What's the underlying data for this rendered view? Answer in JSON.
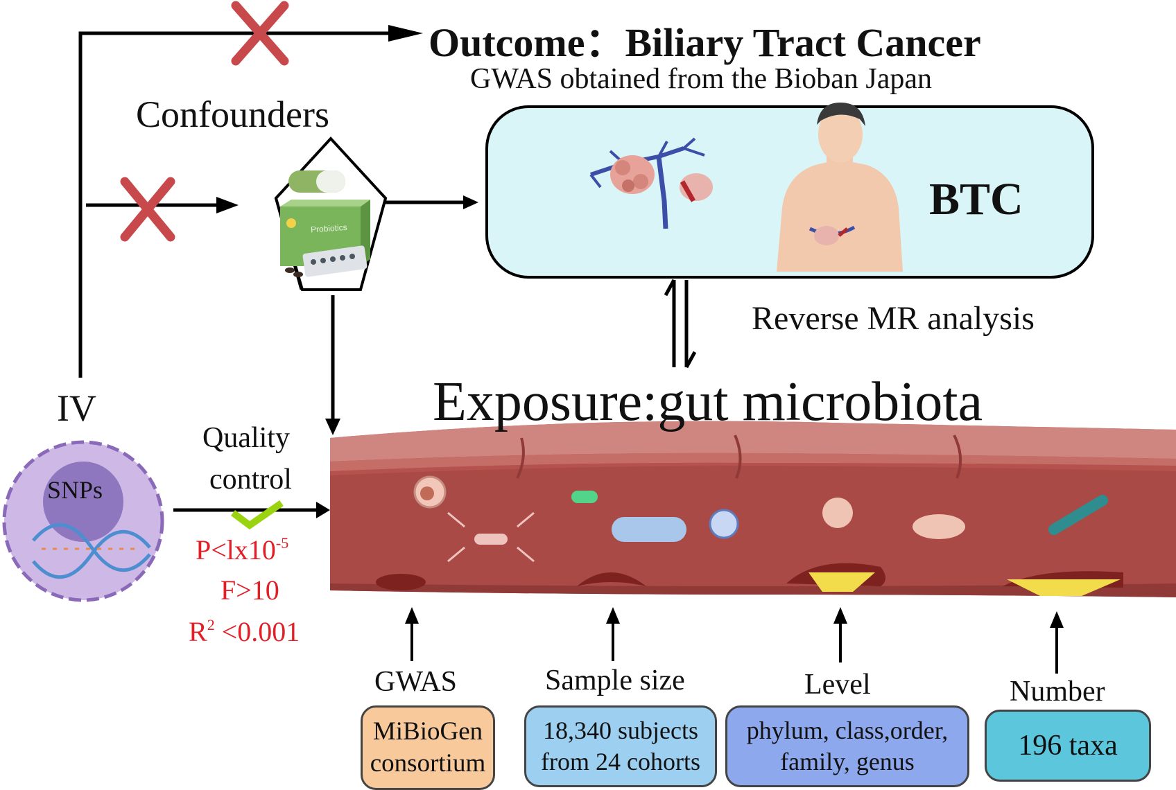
{
  "outcome": {
    "title": "Outcome：Biliary Tract Cancer",
    "subtitle": "GWAS obtained from the Bioban Japan"
  },
  "confounders": {
    "label": "Confounders",
    "probiotics_box_text": "Probiotics"
  },
  "btc": {
    "label": "BTC"
  },
  "reverse_mr": {
    "label": "Reverse MR  analysis"
  },
  "exposure": {
    "title": "Exposure:gut microbiota"
  },
  "iv": {
    "label": "IV",
    "cell_label": "SNPs"
  },
  "quality_control": {
    "line1": "Quality",
    "line2": "control",
    "criterion_p_prefix": "P<lx10",
    "criterion_p_exp": "-5",
    "criterion_f": "F>10",
    "criterion_r_prefix": "R",
    "criterion_r_exp": "2",
    "criterion_r_suffix": " <0.001"
  },
  "bottom_info": [
    {
      "label": "GWAS",
      "box_line1": "MiBioGen",
      "box_line2": "consortium",
      "box_color": "#f8c99a"
    },
    {
      "label": "Sample size",
      "box_line1": "18,340 subjects",
      "box_line2": "from 24 cohorts",
      "box_color": "#9dd0f0"
    },
    {
      "label": "Level",
      "box_line1": "phylum, class,order,",
      "box_line2": "family, genus",
      "box_color": "#8ea8ee"
    },
    {
      "label": "Number",
      "box_line1": "196 taxa",
      "box_line2": "",
      "box_color": "#5cc6dc"
    }
  ],
  "colors": {
    "cross_red": "#c8494b",
    "criteria_red": "#e21f26",
    "check_green": "#9ad411",
    "btc_panel": "#d9f5f7",
    "intestine_wall": "#b5524e",
    "intestine_lumen": "#a94a46",
    "cell_purple": "#cdb8e6"
  }
}
